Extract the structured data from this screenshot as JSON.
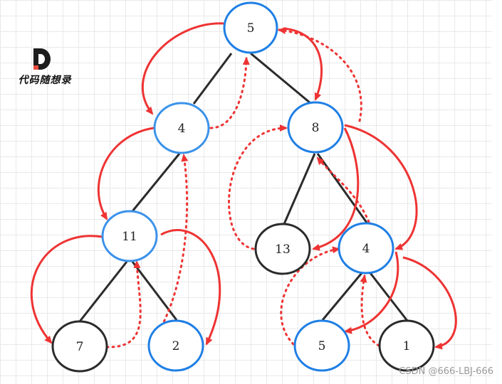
{
  "logo": {
    "mark": "D",
    "text": "代码随想录"
  },
  "watermark": "CSDN @666-LBJ-666",
  "colors": {
    "blue_node": "#1f7fe5",
    "light_blue_node": "#3b92ea",
    "black_node": "#2b2b2b",
    "tree_edge": "#2b2b2b",
    "arrow": "#ee3333"
  },
  "nodes": [
    {
      "id": "root",
      "label": "5"
    },
    {
      "id": "left",
      "label": "4"
    },
    {
      "id": "right",
      "label": "8"
    },
    {
      "id": "left-left",
      "label": "11"
    },
    {
      "id": "right-left",
      "label": "13"
    },
    {
      "id": "right-right",
      "label": "4"
    },
    {
      "id": "lll",
      "label": "7"
    },
    {
      "id": "llr",
      "label": "2"
    },
    {
      "id": "rrl",
      "label": "5"
    },
    {
      "id": "rrr",
      "label": "1"
    }
  ]
}
